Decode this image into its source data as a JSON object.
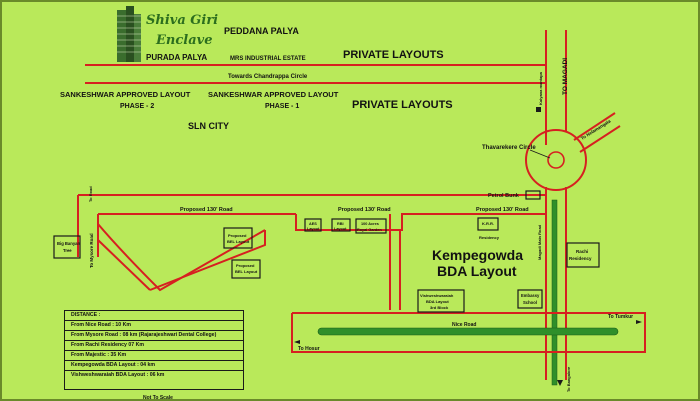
{
  "brand": {
    "line1": "Shiva Giri",
    "line2": "Enclave"
  },
  "areas": {
    "peddana_palya": "PEDDANA PALYA",
    "purada_palya": "PURADA PALYA",
    "mrs_estate": "MRS INDUSTRIAL ESTATE",
    "private_top": "PRIVATE LAYOUTS",
    "private_mid": "PRIVATE LAYOUTS",
    "sankeshwar_1": "SANKESHWAR APPROVED LAYOUT",
    "phase_2": "PHASE - 2",
    "sankeshwar_2": "SANKESHWAR APPROVED LAYOUT",
    "phase_1": "PHASE - 1",
    "sln_city": "SLN CITY",
    "kempegowda_1": "Kempegowda",
    "kempegowda_2": "BDA Layout"
  },
  "roads": {
    "chandrappa": "Towards Chandrappa Circle",
    "to_magadi": "TO MAGADI",
    "to_nelamangala": "To Nelamangala",
    "thavarekere": "Thavarekere Circle",
    "kalyana": "Kalyana mantapa",
    "petrol": "Petrol Bunk",
    "proposed_left": "Proposed 130' Road",
    "proposed_mid": "Proposed 130' Road",
    "proposed_right": "Proposed 130' Road",
    "to_road": "To Road",
    "to_mysore": "To Mysore Road",
    "magadi_main": "Magadi Main Road",
    "nice_road": "Nice Road",
    "to_tumkur": "To Tumkur",
    "to_hosur": "To Hosur",
    "to_bangalore": "To Bangalore",
    "not_to_scale": "Not To Scale"
  },
  "landmarks": {
    "big_banyan_1": "Big Banyan",
    "big_banyan_2": "Tree",
    "bel_1_a": "Proposed",
    "bel_1_b": "BEL Layout",
    "bel_2_a": "Proposed",
    "bel_2_b": "BEL Layout",
    "aes_a": "AES",
    "aes_b": "Layout",
    "rbi_a": "RBI",
    "rbi_b": "Layout",
    "royal_a": "100 Acres",
    "royal_b": "Royal Garden",
    "krr_a": "K.R.R.",
    "krr_b": "Residency",
    "rachi_a": "Rachi",
    "rachi_b": "Residency",
    "vish_a": "Vishweshwaraiah",
    "vish_b": "BDA Layout",
    "vish_c": "3rd Block",
    "embassy_a": "Embassy",
    "embassy_b": "School"
  },
  "distance": {
    "title": "DISTANCE :",
    "rows": [
      "From Nice Road : 10 Km",
      "From Mysore Road : 08 km (Rajarajeshwari Dental College)",
      "From Rachi Residency 07 Km",
      "From Majestic : 35 Km",
      "Kempegowda BDA Layout : 04 km",
      "Vishweshwaraiah BDA Layout : 06 km"
    ]
  },
  "colors": {
    "background": "#b9e95a",
    "road": "#d62020",
    "nice_road_fill": "#2f8f2a",
    "kempegowda_text": "#1c7a1c"
  }
}
